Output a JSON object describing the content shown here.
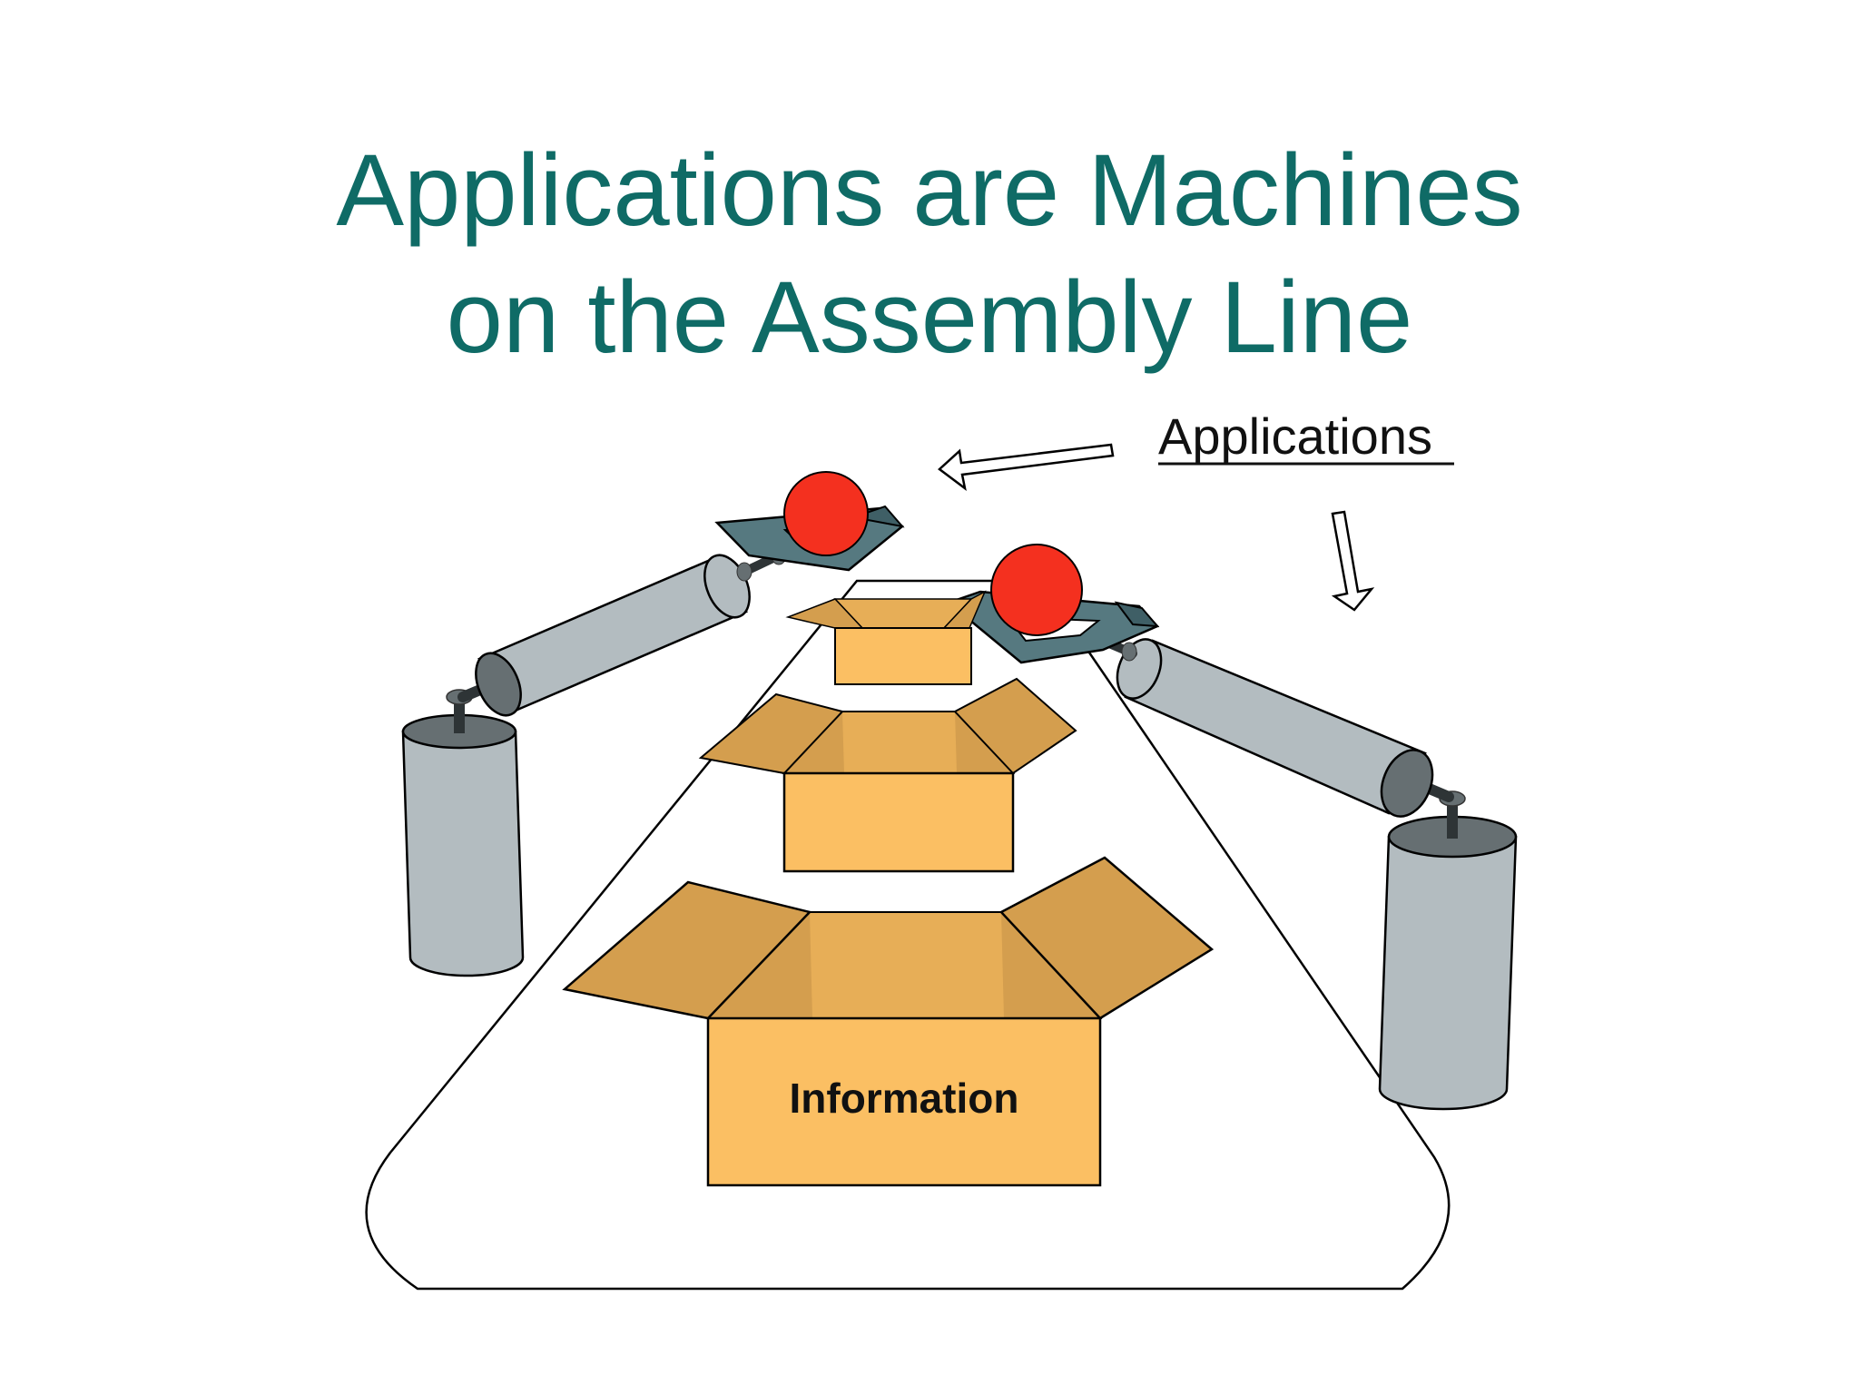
{
  "slide": {
    "title_line1": "Applications are Machines",
    "title_line2": "on the Assembly Line"
  },
  "labels": {
    "applications": "Applications",
    "information": "Information"
  },
  "colors": {
    "title": "#0f6b66",
    "box_front": "#fbbf63",
    "box_flap": "#d49e4e",
    "box_inner": "#e7ae57",
    "cylinder": "#b3bcc0",
    "cylinder_top": "#666f72",
    "gripper": "#567980",
    "ball": "#f4301f"
  },
  "icons": [
    "robot-arm-left",
    "robot-arm-right",
    "box-icon",
    "arrow-icon",
    "conveyor-belt"
  ]
}
